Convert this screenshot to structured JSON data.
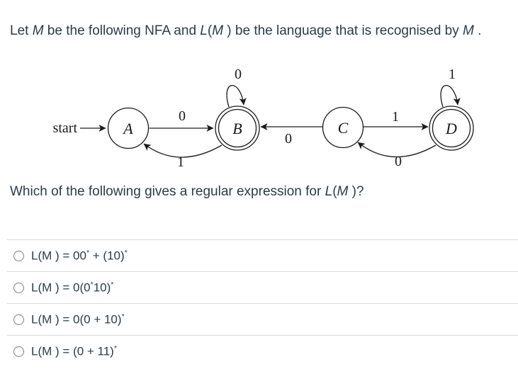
{
  "colors": {
    "text": "#2D3B45",
    "divider": "#D8DBDE",
    "diagram_ink": "#1A1A1A",
    "radio_border": "#767F88",
    "background": "#FFFFFF"
  },
  "question": {
    "intro_segments": [
      {
        "text": "Let ",
        "italic": false
      },
      {
        "text": "M",
        "italic": true
      },
      {
        "text": " be the following NFA and ",
        "italic": false
      },
      {
        "text": "L",
        "italic": true
      },
      {
        "text": "(",
        "italic": false
      },
      {
        "text": "M",
        "italic": true
      },
      {
        "text": " ) be the language that is recognised by ",
        "italic": false
      },
      {
        "text": "M",
        "italic": true
      },
      {
        "text": " .",
        "italic": false
      }
    ],
    "prompt_segments": [
      {
        "text": "Which of the following gives a regular expression for ",
        "italic": false
      },
      {
        "text": "L",
        "italic": true
      },
      {
        "text": "(",
        "italic": false
      },
      {
        "text": "M",
        "italic": true
      },
      {
        "text": " )?",
        "italic": false
      }
    ]
  },
  "diagram": {
    "start_label": "start",
    "states": [
      {
        "label": "A",
        "accepting": false
      },
      {
        "label": "B",
        "accepting": true
      },
      {
        "label": "C",
        "accepting": false
      },
      {
        "label": "D",
        "accepting": true
      }
    ],
    "transitions": [
      {
        "from": "A",
        "to": "B",
        "symbol": "0"
      },
      {
        "from": "B",
        "to": "B",
        "symbol": "0"
      },
      {
        "from": "B",
        "to": "A",
        "symbol": "1"
      },
      {
        "from": "C",
        "to": "B",
        "symbol": "0"
      },
      {
        "from": "C",
        "to": "D",
        "symbol": "1"
      },
      {
        "from": "D",
        "to": "D",
        "symbol": "1"
      },
      {
        "from": "D",
        "to": "C",
        "symbol": "0"
      }
    ]
  },
  "options": [
    {
      "label": "L(M ) = 00* + (10)*",
      "selected": false
    },
    {
      "label": "L(M ) = 0(0*10)*",
      "selected": false
    },
    {
      "label": "L(M ) = 0(0 + 10)*",
      "selected": false
    },
    {
      "label": "L(M ) = (0 + 11)*",
      "selected": false
    }
  ]
}
